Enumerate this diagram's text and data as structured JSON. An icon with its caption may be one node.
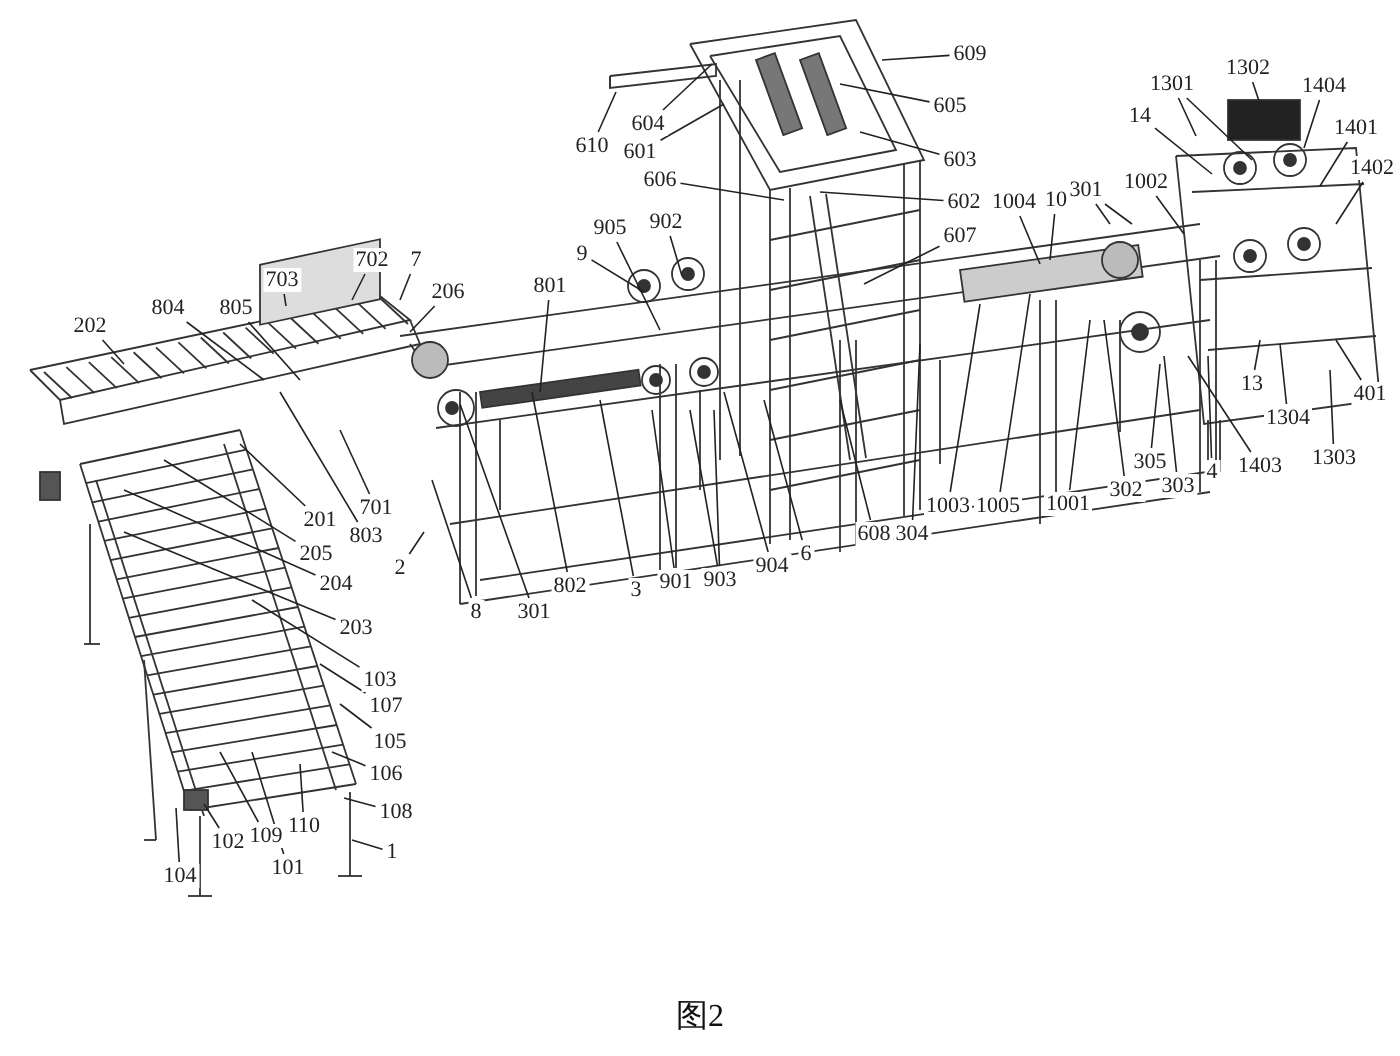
{
  "diagram": {
    "caption": "图2",
    "nodes": [
      {
        "text": [
          "609"
        ]
      },
      {
        "text": [
          "1302"
        ]
      },
      {
        "text": [
          "610"
        ]
      },
      {
        "text": [
          "604"
        ]
      },
      {
        "text": [
          "605"
        ]
      },
      {
        "text": [
          "1301"
        ]
      },
      {
        "text": [
          "1404"
        ]
      },
      {
        "text": [
          "1401"
        ]
      },
      {
        "text": [
          "601"
        ]
      },
      {
        "text": [
          "603"
        ]
      },
      {
        "text": [
          "1402"
        ]
      },
      {
        "text": [
          "14"
        ]
      },
      {
        "text": [
          "606"
        ]
      },
      {
        "text": [
          "1002"
        ]
      },
      {
        "text": [
          "301"
        ]
      },
      {
        "text": [
          "10"
        ]
      },
      {
        "text": [
          "1004"
        ]
      },
      {
        "text": [
          "602"
        ]
      },
      {
        "text": [
          "902"
        ]
      },
      {
        "text": [
          "905"
        ]
      },
      {
        "text": [
          "607"
        ]
      },
      {
        "text": [
          "9"
        ]
      },
      {
        "text": [
          "702"
        ]
      },
      {
        "text": [
          "7"
        ]
      },
      {
        "text": [
          "703"
        ]
      },
      {
        "text": [
          "801"
        ]
      },
      {
        "text": [
          "206"
        ]
      },
      {
        "text": [
          "804"
        ]
      },
      {
        "text": [
          "805"
        ]
      },
      {
        "text": [
          "202"
        ]
      },
      {
        "text": [
          "13"
        ]
      },
      {
        "text": [
          "401"
        ]
      },
      {
        "text": [
          "1304"
        ]
      },
      {
        "text": [
          "1303"
        ]
      },
      {
        "text": [
          "305"
        ]
      },
      {
        "text": [
          "1403"
        ]
      },
      {
        "text": [
          "4"
        ]
      },
      {
        "text": [
          "303"
        ]
      },
      {
        "text": [
          "302"
        ]
      },
      {
        "text": [
          "1003"
        ]
      },
      {
        "text": [
          "1005"
        ]
      },
      {
        "text": [
          "1001"
        ]
      },
      {
        "text": [
          "701"
        ]
      },
      {
        "text": [
          "201"
        ]
      },
      {
        "text": [
          "803"
        ]
      },
      {
        "text": [
          "608"
        ]
      },
      {
        "text": [
          "304"
        ]
      },
      {
        "text": [
          "205"
        ]
      },
      {
        "text": [
          "6"
        ]
      },
      {
        "text": [
          "2"
        ]
      },
      {
        "text": [
          "904"
        ]
      },
      {
        "text": [
          "903"
        ]
      },
      {
        "text": [
          "901"
        ]
      },
      {
        "text": [
          "204"
        ]
      },
      {
        "text": [
          "802"
        ]
      },
      {
        "text": [
          "3"
        ]
      },
      {
        "text": [
          "8"
        ]
      },
      {
        "text": [
          "301"
        ]
      },
      {
        "text": [
          "203"
        ]
      },
      {
        "text": [
          "103"
        ]
      },
      {
        "text": [
          "107"
        ]
      },
      {
        "text": [
          "105"
        ]
      },
      {
        "text": [
          "106"
        ]
      },
      {
        "text": [
          "108"
        ]
      },
      {
        "text": [
          "110"
        ]
      },
      {
        "text": [
          "109"
        ]
      },
      {
        "text": [
          "102"
        ]
      },
      {
        "text": [
          "1"
        ]
      },
      {
        "text": [
          "101"
        ]
      },
      {
        "text": [
          "104"
        ]
      }
    ],
    "edges": [
      {
        "from": 0,
        "to": null,
        "arrow": "none"
      },
      {
        "from": 1,
        "to": null,
        "arrow": "none"
      },
      {
        "from": 2,
        "to": null,
        "arrow": "none"
      },
      {
        "from": 3,
        "to": null,
        "arrow": "none"
      },
      {
        "from": 4,
        "to": null,
        "arrow": "none"
      },
      {
        "from": 5,
        "to": null,
        "arrow": "none"
      },
      {
        "from": 5,
        "to": null,
        "arrow": "none"
      },
      {
        "from": 6,
        "to": null,
        "arrow": "none"
      },
      {
        "from": 7,
        "to": null,
        "arrow": "none"
      },
      {
        "from": 8,
        "to": null,
        "arrow": "none"
      },
      {
        "from": 9,
        "to": null,
        "arrow": "none"
      },
      {
        "from": 10,
        "to": null,
        "arrow": "none"
      },
      {
        "from": 11,
        "to": null,
        "arrow": "none"
      },
      {
        "from": 12,
        "to": null,
        "arrow": "none"
      },
      {
        "from": 13,
        "to": null,
        "arrow": "none"
      },
      {
        "from": 14,
        "to": null,
        "arrow": "none"
      },
      {
        "from": 14,
        "to": null,
        "arrow": "none"
      },
      {
        "from": 15,
        "to": null,
        "arrow": "none"
      },
      {
        "from": 16,
        "to": null,
        "arrow": "none"
      },
      {
        "from": 17,
        "to": null,
        "arrow": "none"
      },
      {
        "from": 18,
        "to": null,
        "arrow": "none"
      },
      {
        "from": 19,
        "to": null,
        "arrow": "none"
      },
      {
        "from": 20,
        "to": null,
        "arrow": "none"
      },
      {
        "from": 21,
        "to": null,
        "arrow": "none"
      },
      {
        "from": 22,
        "to": null,
        "arrow": "none"
      },
      {
        "from": 23,
        "to": null,
        "arrow": "none"
      },
      {
        "from": 24,
        "to": null,
        "arrow": "none"
      },
      {
        "from": 25,
        "to": null,
        "arrow": "none"
      },
      {
        "from": 26,
        "to": null,
        "arrow": "none"
      },
      {
        "from": 27,
        "to": null,
        "arrow": "none"
      },
      {
        "from": 28,
        "to": null,
        "arrow": "none"
      },
      {
        "from": 29,
        "to": null,
        "arrow": "none"
      },
      {
        "from": 30,
        "to": null,
        "arrow": "none"
      },
      {
        "from": 31,
        "to": null,
        "arrow": "none"
      },
      {
        "from": 32,
        "to": null,
        "arrow": "none"
      },
      {
        "from": 33,
        "to": null,
        "arrow": "none"
      },
      {
        "from": 34,
        "to": null,
        "arrow": "none"
      },
      {
        "from": 35,
        "to": null,
        "arrow": "none"
      },
      {
        "from": 36,
        "to": null,
        "arrow": "none"
      },
      {
        "from": 37,
        "to": null,
        "arrow": "none"
      },
      {
        "from": 38,
        "to": null,
        "arrow": "none"
      },
      {
        "from": 39,
        "to": null,
        "arrow": "none"
      },
      {
        "from": 40,
        "to": null,
        "arrow": "none"
      },
      {
        "from": 41,
        "to": null,
        "arrow": "none"
      },
      {
        "from": 42,
        "to": null,
        "arrow": "none"
      },
      {
        "from": 43,
        "to": null,
        "arrow": "none"
      },
      {
        "from": 44,
        "to": null,
        "arrow": "none"
      },
      {
        "from": 45,
        "to": null,
        "arrow": "none"
      },
      {
        "from": 46,
        "to": null,
        "arrow": "none"
      },
      {
        "from": 47,
        "to": null,
        "arrow": "none"
      },
      {
        "from": 48,
        "to": null,
        "arrow": "none"
      },
      {
        "from": 49,
        "to": null,
        "arrow": "none"
      },
      {
        "from": 50,
        "to": null,
        "arrow": "none"
      },
      {
        "from": 51,
        "to": null,
        "arrow": "none"
      },
      {
        "from": 51,
        "to": null,
        "arrow": "none"
      },
      {
        "from": 52,
        "to": null,
        "arrow": "none"
      },
      {
        "from": 53,
        "to": null,
        "arrow": "none"
      },
      {
        "from": 54,
        "to": null,
        "arrow": "none"
      },
      {
        "from": 55,
        "to": null,
        "arrow": "none"
      },
      {
        "from": 56,
        "to": null,
        "arrow": "none"
      },
      {
        "from": 57,
        "to": null,
        "arrow": "none"
      },
      {
        "from": 58,
        "to": null,
        "arrow": "none"
      },
      {
        "from": 59,
        "to": null,
        "arrow": "none"
      },
      {
        "from": 60,
        "to": null,
        "arrow": "none"
      },
      {
        "from": 61,
        "to": null,
        "arrow": "none"
      },
      {
        "from": 62,
        "to": null,
        "arrow": "none"
      },
      {
        "from": 63,
        "to": null,
        "arrow": "none"
      },
      {
        "from": 64,
        "to": null,
        "arrow": "none"
      },
      {
        "from": 65,
        "to": null,
        "arrow": "none"
      },
      {
        "from": 66,
        "to": null,
        "arrow": "none"
      },
      {
        "from": 67,
        "to": null,
        "arrow": "none"
      },
      {
        "from": 68,
        "to": null,
        "arrow": "none"
      },
      {
        "from": 69,
        "to": null,
        "arrow": "none"
      }
    ]
  }
}
